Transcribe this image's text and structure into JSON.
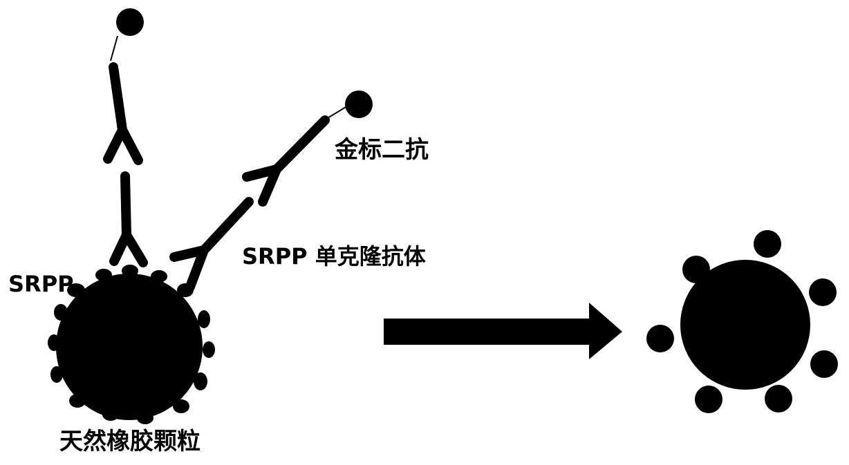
{
  "diagram": {
    "labels": {
      "gold_secondary_antibody": "金标二抗",
      "srpp_monoclonal_antibody": "SRPP 单克隆抗体",
      "srpp": "SRPP",
      "natural_rubber_particle": "天然橡胶颗粒"
    },
    "colors": {
      "ink": "#000000",
      "background": "#ffffff"
    }
  }
}
